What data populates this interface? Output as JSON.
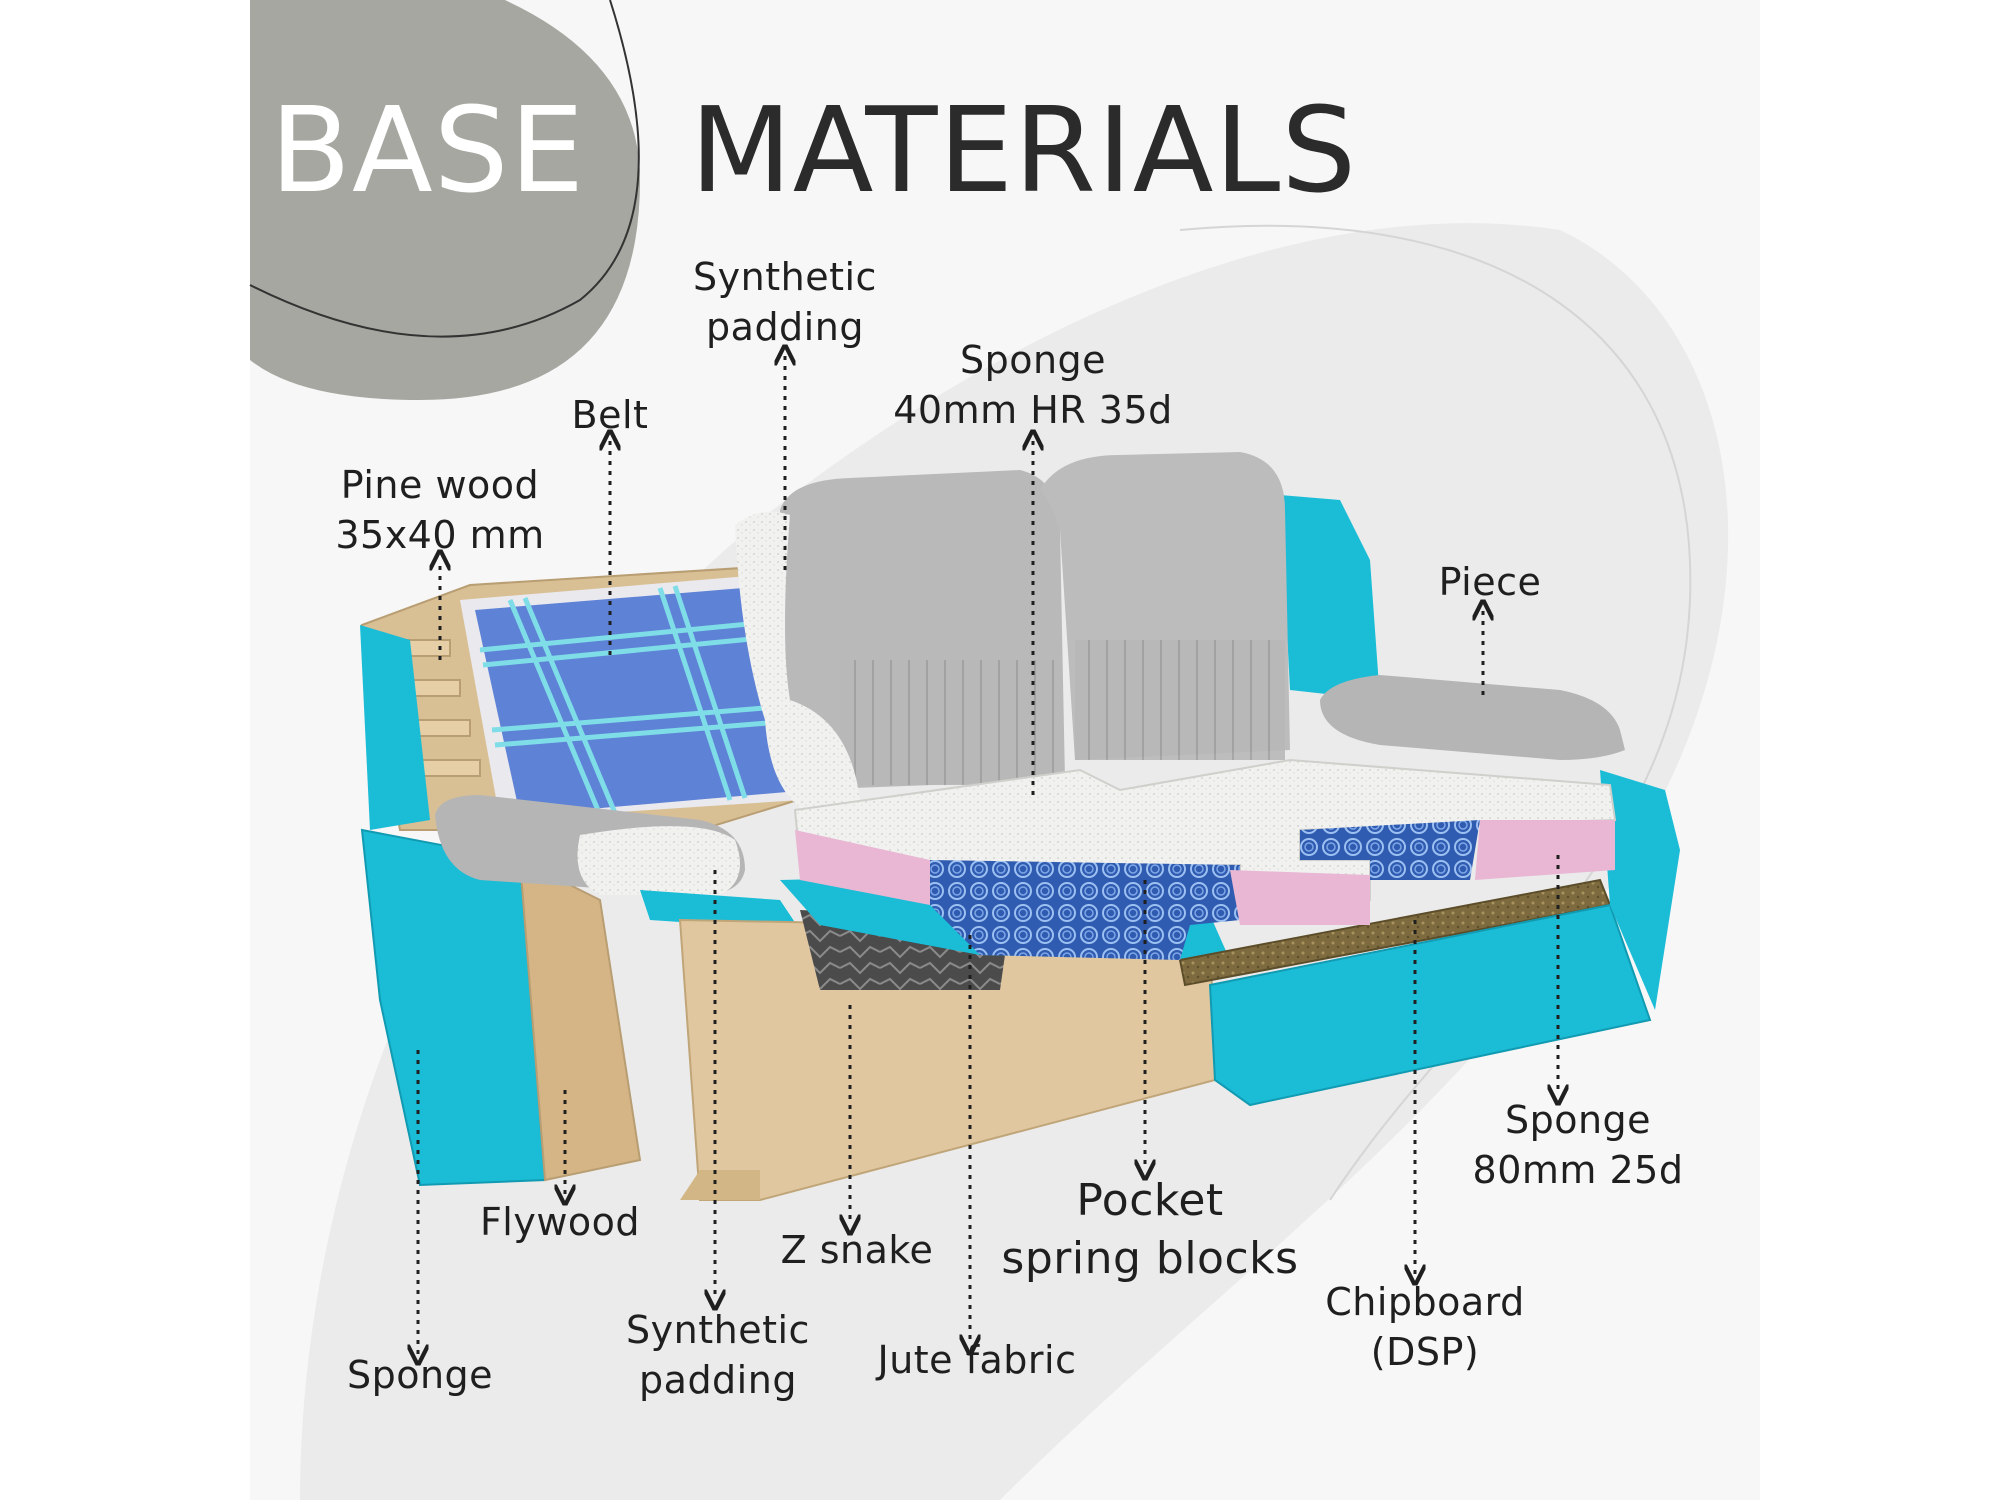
{
  "title": {
    "part1": "BASE",
    "part2": "MATERIALS"
  },
  "colors": {
    "accent_circle": "#a5a7a0",
    "foam_teal": "#1bbcd6",
    "upholstery_gray": "#b9b9b9",
    "wood": "#dcc096",
    "spring_blue": "#4a79c8",
    "belt_blue": "#3d63c9",
    "pink_foam": "#e9b7d4",
    "chipboard": "#8b7748"
  },
  "labels": {
    "pine_wood": [
      "Pine wood",
      "35x40 mm"
    ],
    "belt": [
      "Belt"
    ],
    "synthetic_padding_top": [
      "Synthetic",
      "padding"
    ],
    "sponge_top": [
      "Sponge",
      "40mm HR 35d"
    ],
    "piece": [
      "Piece"
    ],
    "sponge_right": [
      "Sponge",
      "80mm 25d"
    ],
    "chipboard": [
      "Chipboard",
      "(DSP)"
    ],
    "pocket_spring": [
      "Pocket",
      "spring blocks"
    ],
    "jute_fabric": [
      "Jute fabric"
    ],
    "z_snake": [
      "Z snake"
    ],
    "synthetic_padding_bottom": [
      "Synthetic",
      "padding"
    ],
    "flywood": [
      "Flywood"
    ],
    "sponge_left": [
      "Sponge"
    ]
  }
}
